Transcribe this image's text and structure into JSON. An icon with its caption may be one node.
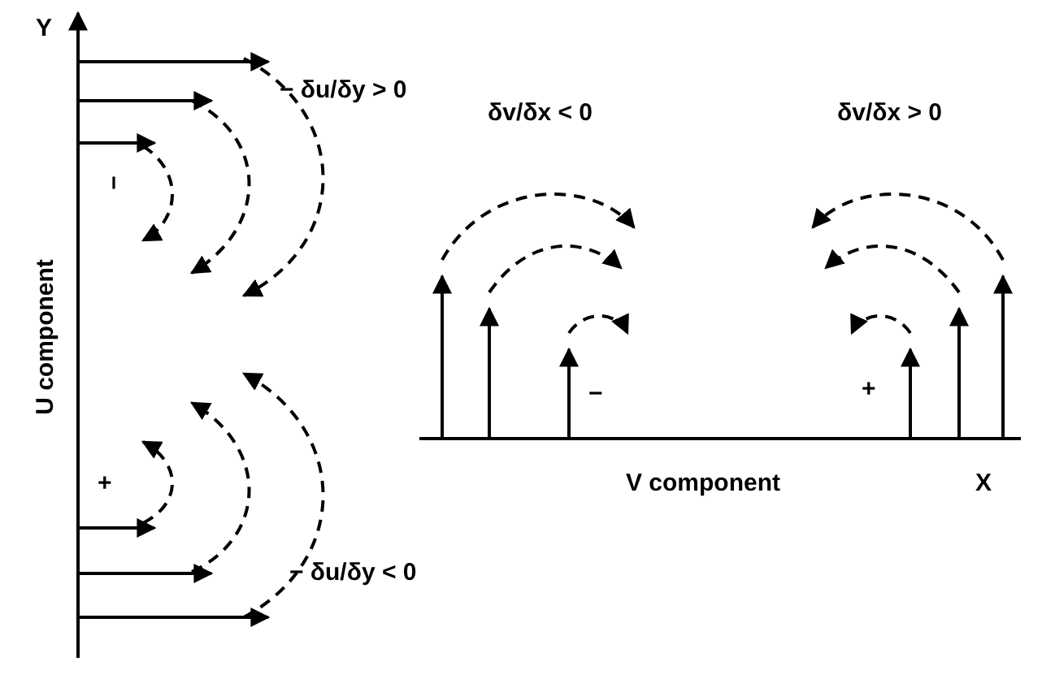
{
  "diagram": {
    "labels": [
      "Y",
      "− δu/δy > 0",
      "δv/δx < 0",
      "δv/δx > 0",
      "−",
      "−",
      "+",
      "V component",
      "X",
      "U component",
      "+",
      "− δu/δy < 0"
    ]
  }
}
